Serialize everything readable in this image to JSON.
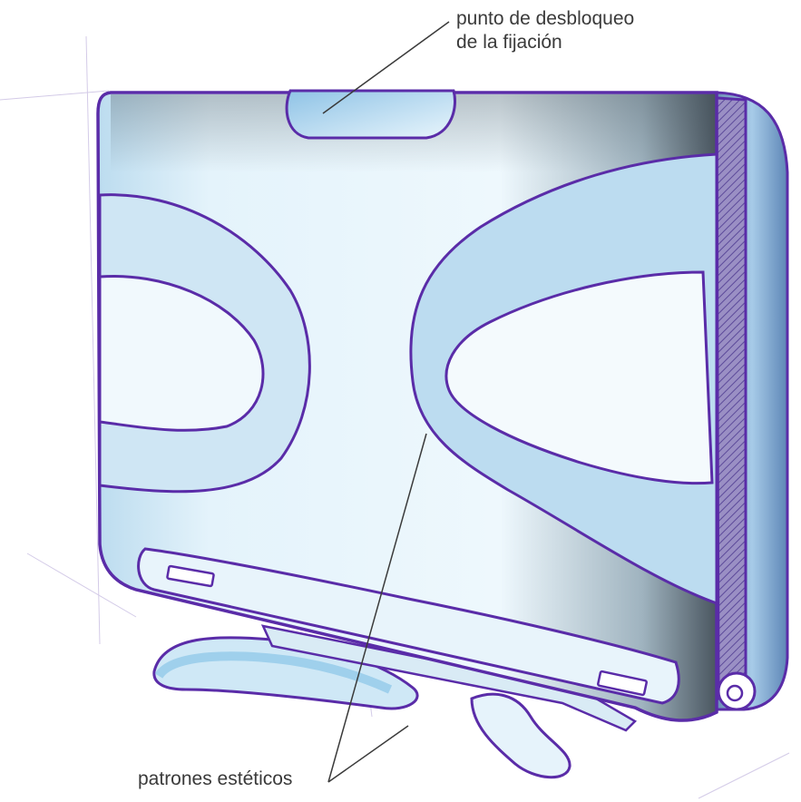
{
  "labels": {
    "release_point": {
      "line1": "punto de desbloqueo",
      "line2": "de la fijación"
    },
    "aesthetic_patterns": "patrones estéticos"
  },
  "colors": {
    "outline": "#5a2ca8",
    "body_light": "#e6f4fb",
    "body_blue": "#a9d2ea",
    "shade_dark": "#4a5a6a",
    "leader_line": "#3a3a3a",
    "text": "#3a3a3a"
  }
}
